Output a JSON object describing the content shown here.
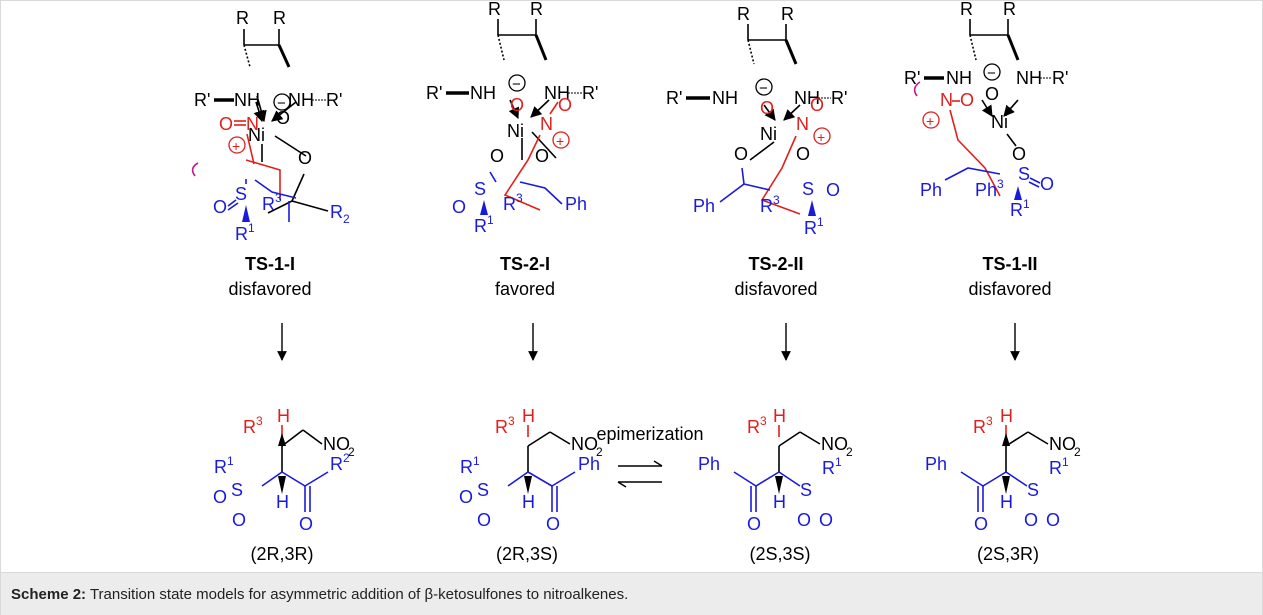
{
  "colors": {
    "ligand": "#000000",
    "nitro": "#e0201c",
    "substrate": "#1a1adf",
    "steric": "#c0188f",
    "caption_bg": "#ececec"
  },
  "transition_states": [
    {
      "label": "TS-1-I",
      "status": "disfavored"
    },
    {
      "label": "TS-2-I",
      "status": "favored"
    },
    {
      "label": "TS-2-II",
      "status": "disfavored"
    },
    {
      "label": "TS-1-II",
      "status": "disfavored"
    }
  ],
  "atoms": {
    "R": "R",
    "R_prime": "R'",
    "NH": "NH",
    "Ni": "Ni",
    "O": "O",
    "N": "N",
    "S": "S",
    "Ph": "Ph",
    "R1": "R",
    "R2": "R",
    "R3": "R",
    "sup1": "1",
    "sup2": "2",
    "sup3": "3",
    "sub2": "2",
    "minus": "−",
    "plus": "+",
    "H": "H",
    "NO": "NO"
  },
  "products": [
    {
      "config": "(2R,3R)",
      "c2": "R",
      "c3": "R"
    },
    {
      "config": "(2R,3S)",
      "c2": "R",
      "c3": "S"
    },
    {
      "config": "(2S,3S)",
      "c2": "S",
      "c3": "S"
    },
    {
      "config": "(2S,3R)",
      "c2": "S",
      "c3": "R"
    }
  ],
  "equilibrium_label": "epimerization",
  "caption": {
    "label": "Scheme 2:",
    "text": " Transition state models for asymmetric addition of β-ketosulfones to nitroalkenes."
  }
}
